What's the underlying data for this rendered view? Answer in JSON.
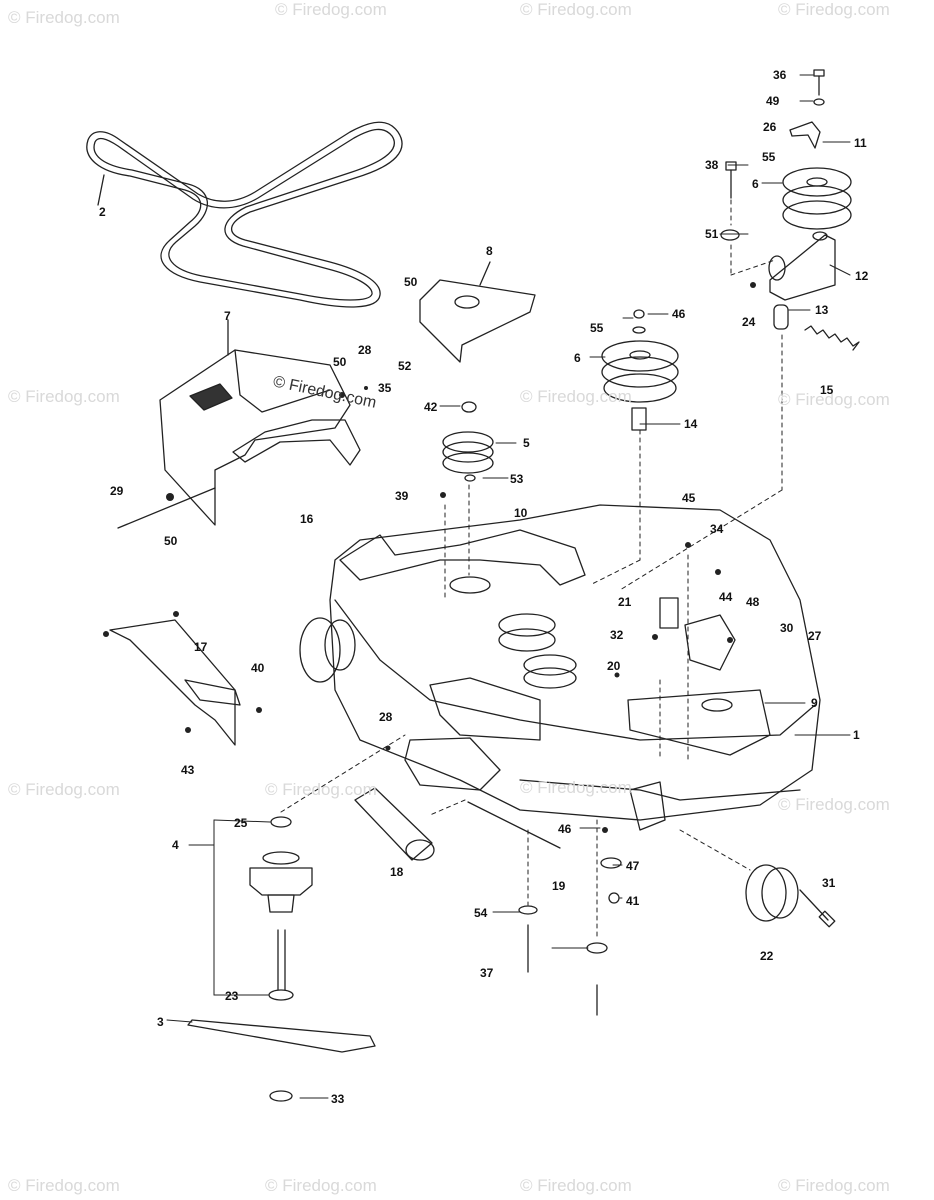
{
  "watermarks": {
    "text": "© Firedog.com",
    "diagram_text": "© Firedog.com"
  },
  "callouts": {
    "c1": "1",
    "c2": "2",
    "c3": "3",
    "c4": "4",
    "c5": "5",
    "c6a": "6",
    "c6b": "6",
    "c7": "7",
    "c8": "8",
    "c9": "9",
    "c10": "10",
    "c11": "11",
    "c12": "12",
    "c13": "13",
    "c14": "14",
    "c15": "15",
    "c16": "16",
    "c17": "17",
    "c18": "18",
    "c19": "19",
    "c20": "20",
    "c21": "21",
    "c22": "22",
    "c23": "23",
    "c24": "24",
    "c25": "25",
    "c26": "26",
    "c27": "27",
    "c28a": "28",
    "c28b": "28",
    "c29": "29",
    "c30": "30",
    "c31": "31",
    "c32": "32",
    "c33": "33",
    "c34": "34",
    "c35": "35",
    "c36": "36",
    "c37": "37",
    "c38": "38",
    "c39": "39",
    "c40": "40",
    "c41": "41",
    "c42": "42",
    "c43": "43",
    "c44": "44",
    "c45": "45",
    "c46a": "46",
    "c46b": "46",
    "c47": "47",
    "c48": "48",
    "c49": "49",
    "c50a": "50",
    "c50b": "50",
    "c50c": "50",
    "c51": "51",
    "c52": "52",
    "c53": "53",
    "c54": "54",
    "c55a": "55",
    "c55b": "55"
  }
}
